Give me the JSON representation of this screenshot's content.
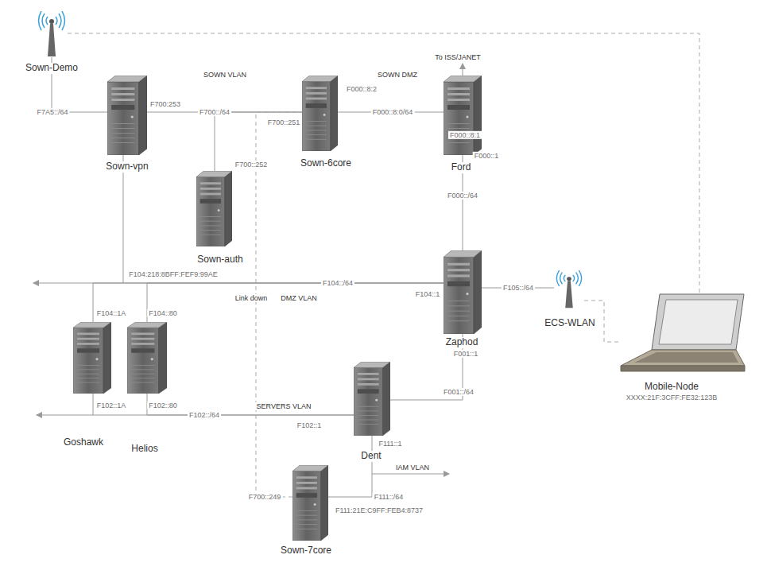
{
  "diagram": {
    "nodes": [
      {
        "text": [
          "Sown-Demo"
        ]
      },
      {
        "text": [
          "Sown-vpn"
        ]
      },
      {
        "text": [
          "Sown-6core"
        ]
      },
      {
        "text": [
          "Ford"
        ]
      },
      {
        "text": [
          "Sown-auth"
        ]
      },
      {
        "text": [
          "Zaphod"
        ]
      },
      {
        "text": [
          "ECS-WLAN"
        ]
      },
      {
        "text": [
          "Mobile-Node",
          "XXXX:21F:3CFF:FE32:123B"
        ]
      },
      {
        "text": [
          "Goshawk"
        ]
      },
      {
        "text": [
          "Helios"
        ]
      },
      {
        "text": [
          "Dent"
        ]
      },
      {
        "text": [
          "Sown-7core"
        ]
      }
    ],
    "edges": [
      {
        "from": 0,
        "to": 1,
        "arrow": "none",
        "label": "F7A5::/64"
      },
      {
        "from": 1,
        "to": 2,
        "arrow": "none",
        "label": "F700::/64"
      },
      {
        "from": 4,
        "to": 2,
        "arrow": "none"
      },
      {
        "from": 2,
        "to": 3,
        "arrow": "none",
        "label": "F000::8:0/64"
      },
      {
        "from": 3,
        "to": 5,
        "arrow": "none",
        "label": "F000::/64"
      },
      {
        "from": 1,
        "to": 5,
        "arrow": "none",
        "label": "F104::/64"
      },
      {
        "from": 5,
        "to": 6,
        "arrow": "none",
        "label": "F105::/64"
      },
      {
        "from": 5,
        "to": 10,
        "arrow": "none",
        "label": "F001::/64"
      },
      {
        "from": 10,
        "to": 9,
        "arrow": "none",
        "label": "F102::/64"
      },
      {
        "from": 10,
        "to": 8,
        "arrow": "none"
      },
      {
        "from": 8,
        "to": 5,
        "arrow": "none"
      },
      {
        "from": 9,
        "to": 5,
        "arrow": "none"
      },
      {
        "from": 10,
        "to": 11,
        "arrow": "none",
        "label": "F111::/64"
      },
      {
        "from": 11,
        "to": 2,
        "arrow": "none"
      },
      {
        "from": 0,
        "to": 7,
        "arrow": "none"
      },
      {
        "from": 6,
        "to": 7,
        "arrow": "none"
      }
    ],
    "labels": [
      "F700:253",
      "SOWN VLAN",
      "F700::251",
      "F000::8:2",
      "SOWN DMZ",
      "To ISS/JANET",
      "F000::8:1",
      "F000::1",
      "F700::252",
      "F104:218:8BFF:FEF9:99AE",
      "Link down",
      "DMZ VLAN",
      "F104::1",
      "F104::1A",
      "F104::80",
      "F001::1",
      "F102::1A",
      "F102::80",
      "SERVERS VLAN",
      "F102::1",
      "F111::1",
      "IAM VLAN",
      "F700::249",
      "F111:21E:C9FF:FEB4:8737"
    ]
  }
}
